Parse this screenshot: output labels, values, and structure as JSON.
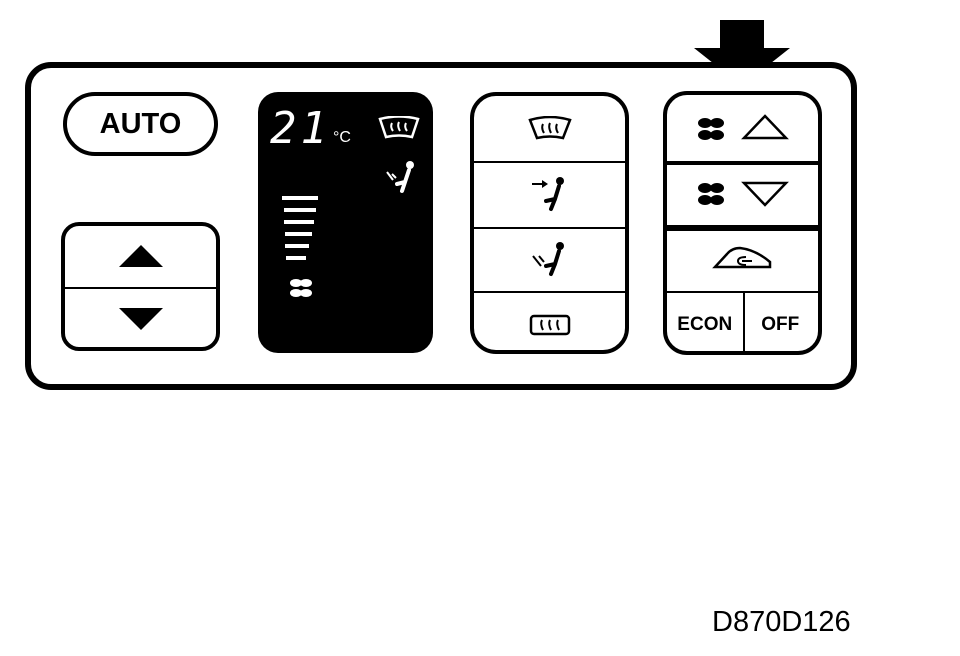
{
  "panel": {
    "auto_label": "AUTO",
    "display": {
      "temperature": "21",
      "unit": "°C",
      "mode_icons": [
        "defrost-icon",
        "foot-face-icon"
      ],
      "fan_level_bars": 6,
      "fan_icon": "fan-icon"
    },
    "temp_buttons": {
      "up_icon": "triangle-up-icon",
      "down_icon": "triangle-down-icon"
    },
    "mode_buttons": [
      "defrost-icon",
      "face-vent-icon",
      "foot-vent-icon",
      "rear-defrost-icon"
    ],
    "fan_buttons": {
      "up_icon": "fan-up-icon",
      "down_icon": "fan-down-icon",
      "recirc_icon": "recirculation-icon",
      "econ_label": "ECON",
      "off_label": "OFF"
    }
  },
  "caption": "D870D126"
}
